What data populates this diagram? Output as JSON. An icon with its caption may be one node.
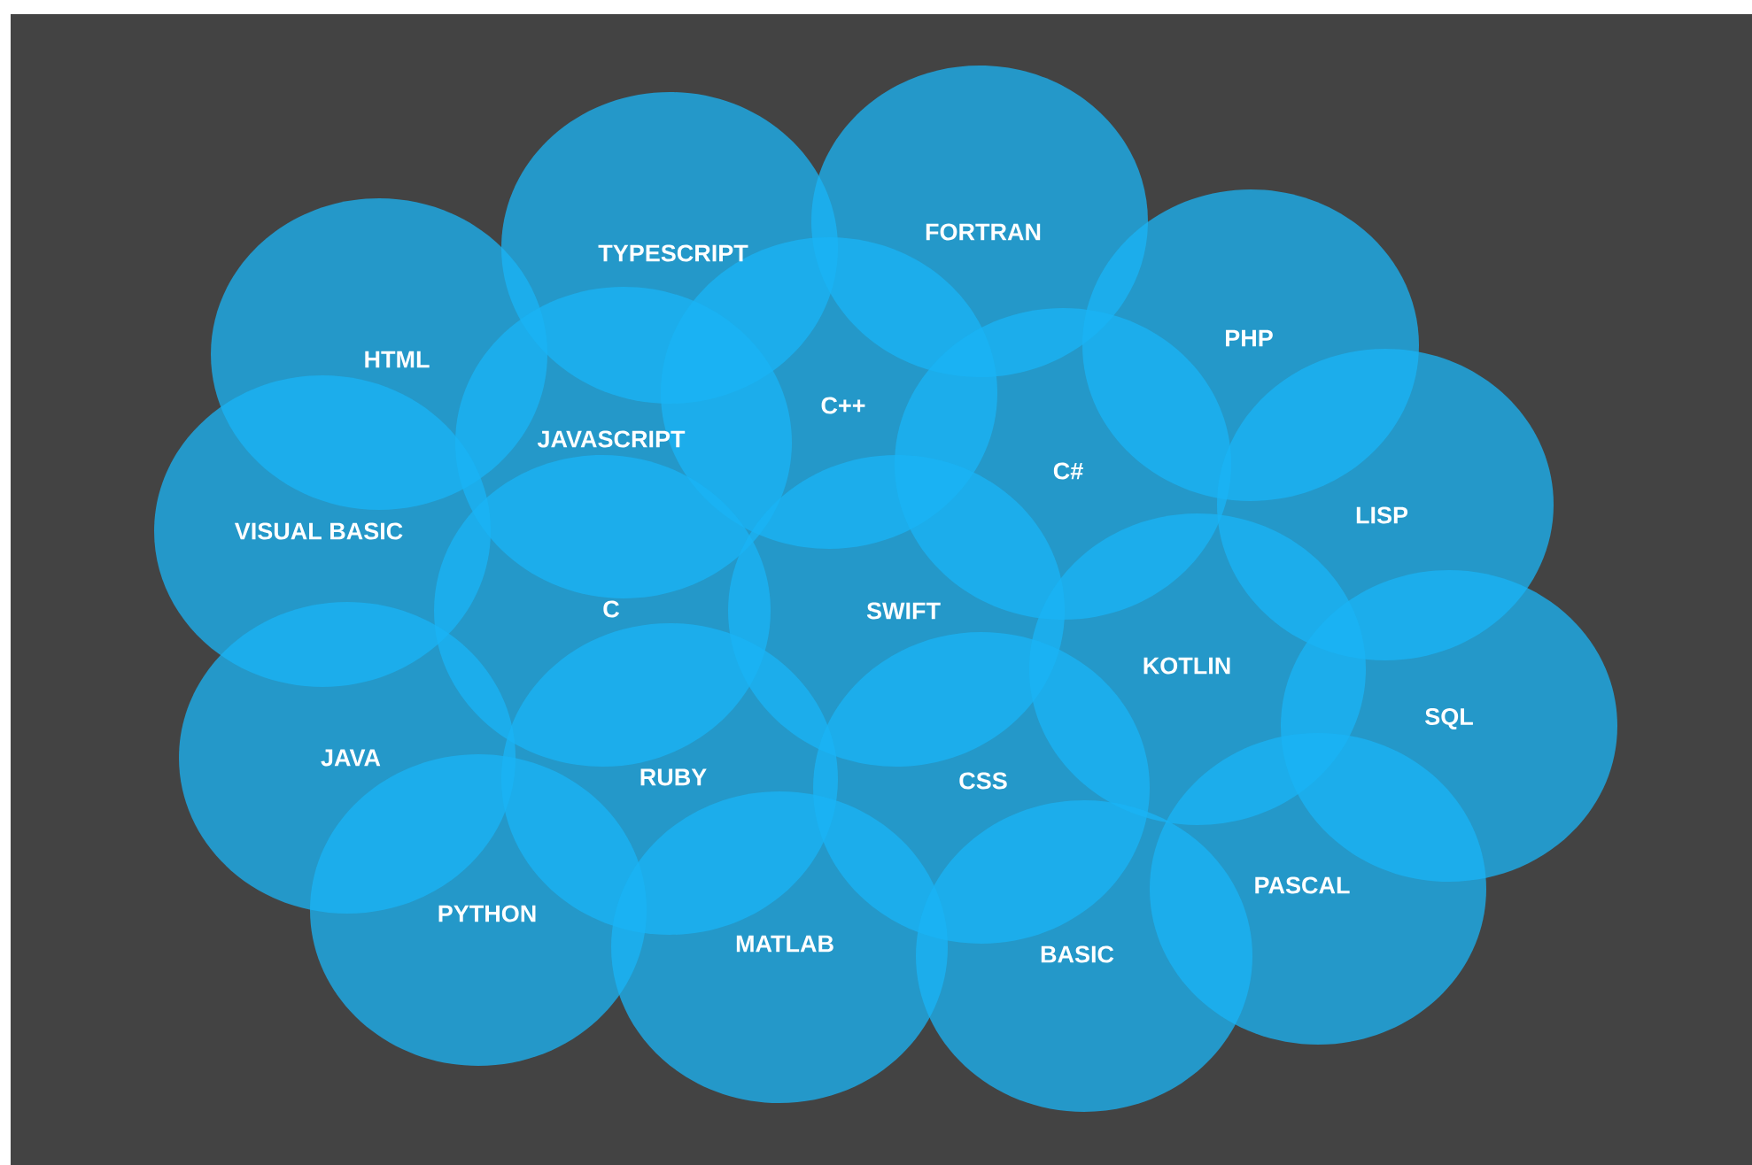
{
  "diagram": {
    "nodes": [
      {
        "text": [
          "TYPESCRIPT"
        ]
      },
      {
        "text": [
          "FORTRAN"
        ]
      },
      {
        "text": [
          "HTML"
        ]
      },
      {
        "text": [
          "PHP"
        ]
      },
      {
        "text": [
          "C++"
        ]
      },
      {
        "text": [
          "JAVASCRIPT"
        ]
      },
      {
        "text": [
          "C#"
        ]
      },
      {
        "text": [
          "LISP"
        ]
      },
      {
        "text": [
          "VISUAL BASIC"
        ]
      },
      {
        "text": [
          "C"
        ]
      },
      {
        "text": [
          "SWIFT"
        ]
      },
      {
        "text": [
          "KOTLIN"
        ]
      },
      {
        "text": [
          "SQL"
        ]
      },
      {
        "text": [
          "JAVA"
        ]
      },
      {
        "text": [
          "RUBY"
        ]
      },
      {
        "text": [
          "CSS"
        ]
      },
      {
        "text": [
          "PASCAL"
        ]
      },
      {
        "text": [
          "PYTHON"
        ]
      },
      {
        "text": [
          "MATLAB"
        ]
      },
      {
        "text": [
          "BASIC"
        ]
      }
    ]
  }
}
